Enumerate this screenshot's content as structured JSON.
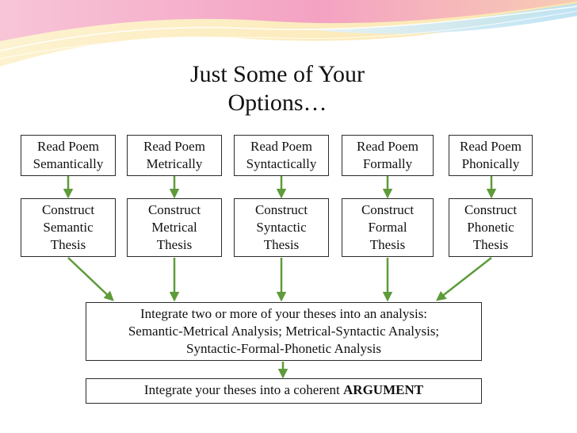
{
  "title": "Just Some of Your\nOptions…",
  "read_boxes": [
    "Read Poem\nSemantically",
    "Read Poem\nMetrically",
    "Read Poem\nSyntactically",
    "Read Poem\nFormally",
    "Read Poem\nPhonically"
  ],
  "construct_boxes": [
    "Construct\nSemantic\nThesis",
    "Construct\nMetrical\nThesis",
    "Construct\nSyntactic\nThesis",
    "Construct\nFormal\nThesis",
    "Construct\nPhonetic\nThesis"
  ],
  "integrate_box": "Integrate two or more of your theses into an analysis:\nSemantic-Metrical Analysis; Metrical-Syntactic Analysis;\nSyntactic-Formal-Phonetic Analysis",
  "argument_box": {
    "prefix": "Integrate your theses into a coherent ",
    "emphasis": "ARGUMENT"
  },
  "colors": {
    "arrow": "#5e9b3a",
    "border": "#2b2b2b",
    "wave_pink": "#f3a6c9",
    "wave_yellow": "#fbe7a6",
    "wave_blue": "#bfe3f2"
  }
}
